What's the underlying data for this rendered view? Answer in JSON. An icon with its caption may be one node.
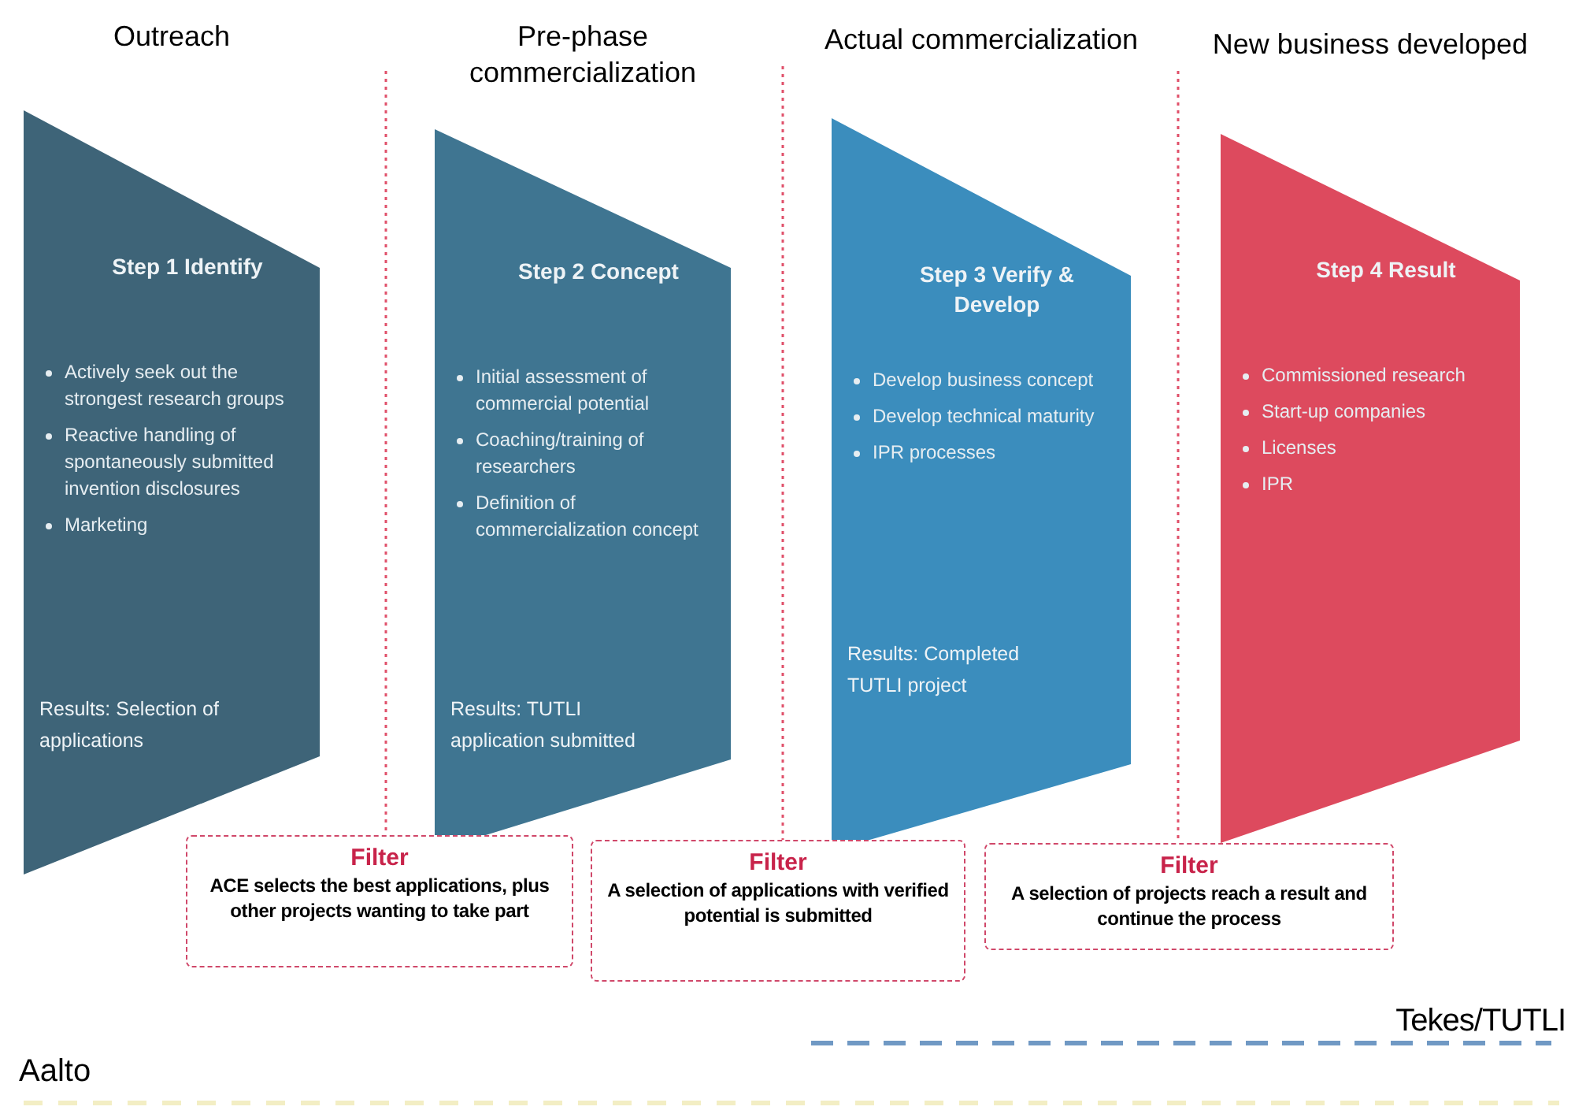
{
  "diagram": {
    "nodes": [
      {
        "text": [
          "Outreach",
          "Step 1 Identify",
          "Actively seek out the strongest research groups",
          "Reactive handling of spontaneously submitted invention disclosures",
          "Marketing",
          "Results: Selection of applications"
        ]
      },
      {
        "text": [
          "Pre-phase commercialization",
          "Step 2 Concept",
          "Initial assessment of commercial potential",
          "Coaching/training of researchers",
          "Definition of commercialization concept",
          "Results: TUTLI application submitted"
        ]
      },
      {
        "text": [
          "Actual commercialization",
          "Step 3 Verify & Develop",
          "Develop business concept",
          "Develop technical maturity",
          "IPR processes",
          "Results: Completed TUTLI project"
        ]
      },
      {
        "text": [
          "New business developed",
          "Step 4 Result",
          "Commissioned research",
          "Start-up companies",
          "Licenses",
          "IPR"
        ]
      },
      {
        "text": [
          "Filter",
          "ACE selects the best applications, plus other projects wanting to take part"
        ]
      },
      {
        "text": [
          "Filter",
          "A selection of applications with verified potential is submitted"
        ]
      },
      {
        "text": [
          "Filter",
          "A selection of projects reach a result and continue the process"
        ]
      }
    ],
    "labels": [
      "Tekes/TUTLI",
      "Aalto"
    ]
  }
}
